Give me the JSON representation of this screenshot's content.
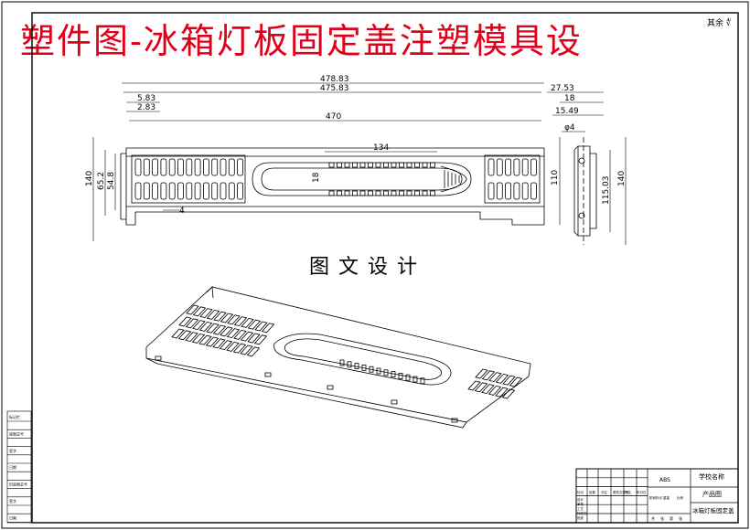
{
  "banner_title": "塑件图-冰箱灯板固定盖注塑模具设",
  "caption": "图文设计",
  "corner_mark": "其余",
  "dimensions": {
    "overall_1": "478.83",
    "overall_2": "475.83",
    "offset_1": "5.83",
    "offset_2": "2.83",
    "length": "470",
    "slot_length": "134",
    "slot_height": "18",
    "height_left": "140",
    "h_65": "65.2",
    "h_54": "54.8",
    "rib_width": "4",
    "height_right_front": "110",
    "side_width": "27.53",
    "side_18": "18",
    "side_15": "15.49",
    "side_dia": "φ4",
    "side_115": "115.03",
    "side_140": "140"
  },
  "side_stamp": {
    "rows": [
      "标记栏",
      "",
      "底图总号",
      "",
      "签字",
      "",
      "日期",
      "",
      "旧底图总号",
      "",
      "签字",
      "",
      "日期"
    ]
  },
  "title_block": {
    "material": "ABS",
    "school": "学校名称",
    "product": "产品图",
    "drawing_name": "冰箱灯板固定盖",
    "headers": [
      "标记",
      "处数",
      "分区",
      "更改文件号",
      "签名",
      "年月日"
    ],
    "row_labels": [
      "设计",
      "审核",
      "工艺",
      "标准化",
      "批准"
    ],
    "stage_labels": [
      "阶段标记",
      "重量",
      "比例"
    ],
    "sheet_labels": [
      "共",
      "张",
      "第",
      "张"
    ]
  }
}
